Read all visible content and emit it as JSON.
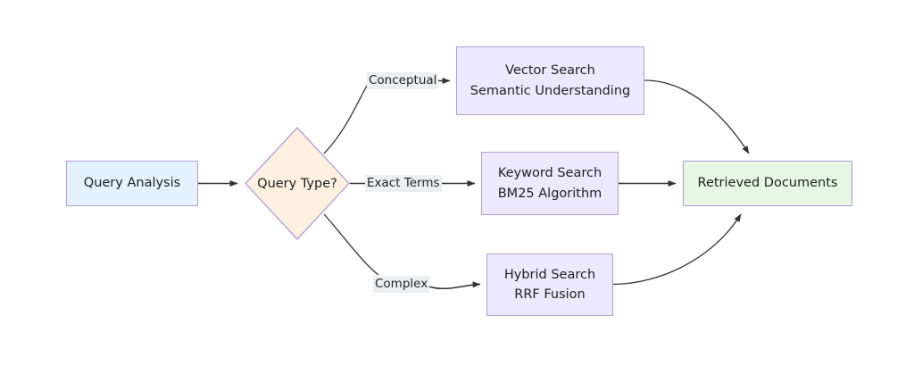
{
  "diagram": {
    "type": "flowchart",
    "direction": "left-to-right",
    "nodes": [
      {
        "id": "query-analysis",
        "shape": "rectangle",
        "lines": [
          "Query Analysis"
        ],
        "fill": "#e3f2fd",
        "stroke": "#b39ddb"
      },
      {
        "id": "query-type",
        "shape": "diamond",
        "lines": [
          "Query Type?"
        ],
        "fill": "#fdf0e0",
        "stroke": "#b39ddb"
      },
      {
        "id": "vector-search",
        "shape": "rectangle",
        "lines": [
          "Vector Search",
          "Semantic Understanding"
        ],
        "fill": "#ece8fd",
        "stroke": "#b39ddb"
      },
      {
        "id": "keyword-search",
        "shape": "rectangle",
        "lines": [
          "Keyword Search",
          "BM25 Algorithm"
        ],
        "fill": "#ece8fd",
        "stroke": "#b39ddb"
      },
      {
        "id": "hybrid-search",
        "shape": "rectangle",
        "lines": [
          "Hybrid Search",
          "RRF Fusion"
        ],
        "fill": "#ece8fd",
        "stroke": "#b39ddb"
      },
      {
        "id": "retrieved-documents",
        "shape": "rectangle",
        "lines": [
          "Retrieved Documents"
        ],
        "fill": "#e6f8e3",
        "stroke": "#a89ad8"
      }
    ],
    "edges": [
      {
        "from": "query-analysis",
        "to": "query-type",
        "label": ""
      },
      {
        "from": "query-type",
        "to": "vector-search",
        "label": "Conceptual"
      },
      {
        "from": "query-type",
        "to": "keyword-search",
        "label": "Exact Terms"
      },
      {
        "from": "query-type",
        "to": "hybrid-search",
        "label": "Complex"
      },
      {
        "from": "vector-search",
        "to": "retrieved-documents",
        "label": ""
      },
      {
        "from": "keyword-search",
        "to": "retrieved-documents",
        "label": ""
      },
      {
        "from": "hybrid-search",
        "to": "retrieved-documents",
        "label": ""
      }
    ],
    "edge_label_background": "#eceff1",
    "edge_stroke": "#333333",
    "text_color": "#1f2020"
  }
}
